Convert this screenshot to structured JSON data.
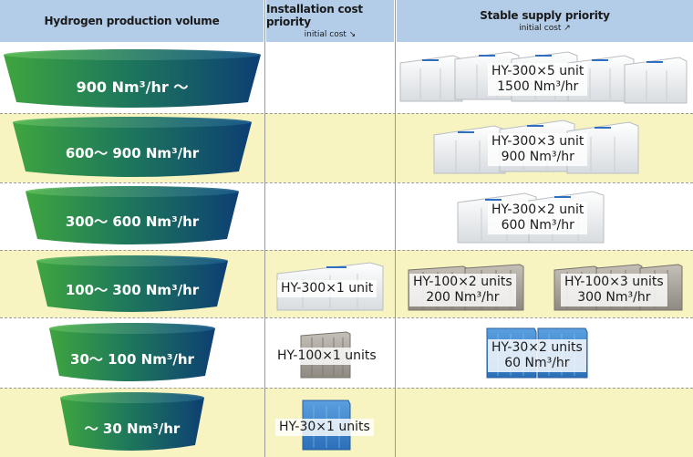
{
  "headers": {
    "volume": "Hydrogen production volume",
    "installation": "Installation cost priority",
    "installation_sub": "initial cost ↘",
    "stable": "Stable supply priority",
    "stable_sub": "initial cost ↗"
  },
  "colors": {
    "header_bg": "#b3cde8",
    "row_alt": "#f8f4c2",
    "funnel_left": "#3fa53f",
    "funnel_right": "#0d3f73",
    "white_unit": "#eef0f2",
    "gray_unit": "#a8a49c",
    "blue_unit": "#3d86cf"
  },
  "tiers": [
    {
      "volume": "900 Nm³/hr ～",
      "installation": "",
      "stable": [
        "HY-300×5 unit",
        "1500 Nm³/hr"
      ]
    },
    {
      "volume": "600～ 900 Nm³/hr",
      "installation": "",
      "stable": [
        "HY-300×3 unit",
        "900 Nm³/hr"
      ]
    },
    {
      "volume": "300～ 600 Nm³/hr",
      "installation": "",
      "stable": [
        "HY-300×2 unit",
        "600 Nm³/hr"
      ]
    },
    {
      "volume": "100～ 300 Nm³/hr",
      "installation": "HY-300×1 unit",
      "stable_a": [
        "HY-100×2 units",
        "200 Nm³/hr"
      ],
      "stable_b": [
        "HY-100×3 units",
        "300 Nm³/hr"
      ]
    },
    {
      "volume": "30～ 100 Nm³/hr",
      "installation": "HY-100×1 units",
      "stable": [
        "HY-30×2 units",
        "60 Nm³/hr"
      ]
    },
    {
      "volume": "～ 30 Nm³/hr",
      "installation": "HY-30×1 units",
      "stable": []
    }
  ]
}
